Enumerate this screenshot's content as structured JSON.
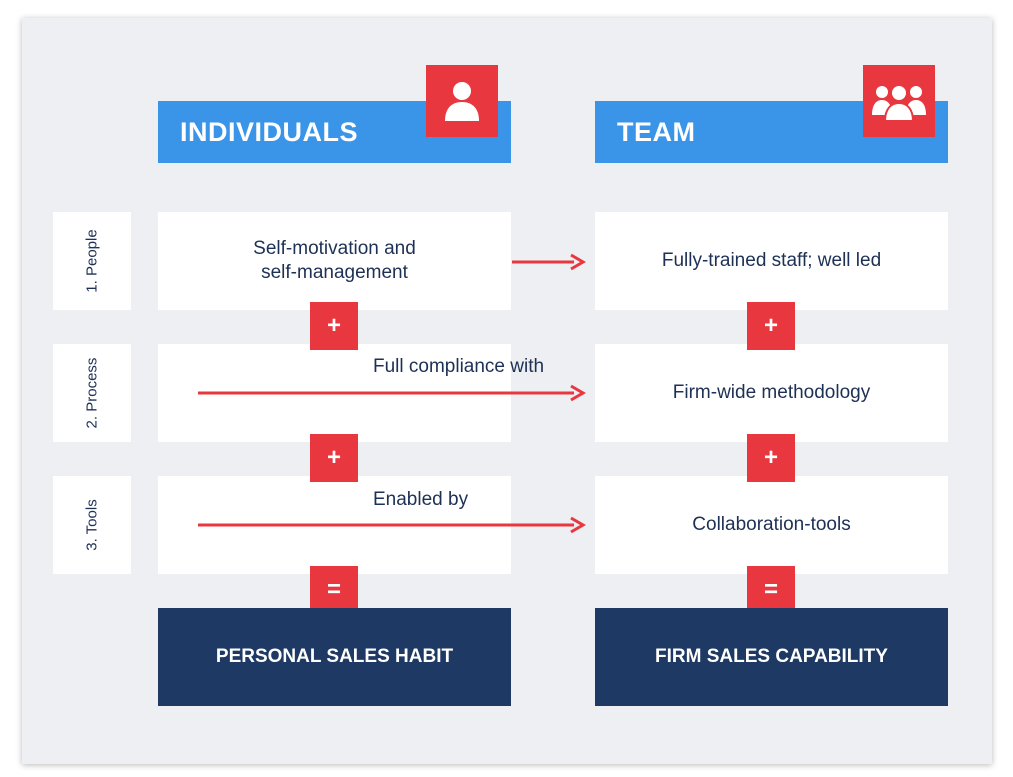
{
  "columns": {
    "individuals": {
      "header": "INDIVIDUALS",
      "icon": "person-icon",
      "result": "PERSONAL SALES HABIT"
    },
    "team": {
      "header": "TEAM",
      "icon": "group-icon",
      "result": "FIRM SALES CAPABILITY"
    }
  },
  "rows": [
    {
      "label": "1. People",
      "individual_text": "Self-motivation and\nself-management",
      "connector": "",
      "team_text": "Fully-trained staff; well led"
    },
    {
      "label": "2. Process",
      "individual_text": "",
      "connector": "Full compliance with",
      "team_text": "Firm-wide methodology"
    },
    {
      "label": "3. Tools",
      "individual_text": "",
      "connector": "Enabled by",
      "team_text": "Collaboration-tools"
    }
  ],
  "operators": {
    "plus": "+",
    "equals": "="
  },
  "colors": {
    "header_blue": "#3a95e8",
    "accent_red": "#e8373f",
    "result_navy": "#1e3963",
    "text_navy": "#1d3055",
    "background": "#edeff2"
  }
}
